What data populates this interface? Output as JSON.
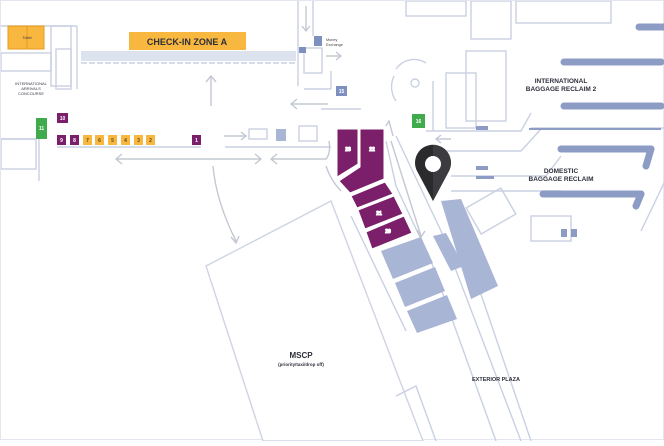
{
  "map": {
    "colors": {
      "purple": "#7b1f6b",
      "orange": "#f8b73e",
      "green": "#3fab4c",
      "slate": "#8d9cc4",
      "pin": "#2b2b2e"
    },
    "labels": {
      "checkin": "CHECK-IN ZONE A",
      "toilet": "Toilet",
      "money_exchange_1": "Money",
      "money_exchange_2": "Exchange",
      "arrivals_1": "INTERNATIONAL",
      "arrivals_2": "ARRIVALS",
      "arrivals_3": "CONCOURSE",
      "intl_reclaim_1": "INTERNATIONAL",
      "intl_reclaim_2": "BAGGAGE RECLAIM 2",
      "dom_reclaim_1": "DOMESTIC",
      "dom_reclaim_2": "BAGGAGE RECLAIM",
      "mscp": "MSCP",
      "mscp_sub": "(priority/taxi/drop off)",
      "plaza": "EXTERIOR PLAZA"
    },
    "booths": {
      "b1": "1",
      "b2": "2",
      "b3": "3",
      "b4": "4",
      "b5": "5",
      "b6": "6",
      "b7": "7",
      "b8": "8",
      "b9": "9",
      "b10": "10",
      "b11": "11",
      "b15": "15",
      "b16": "16",
      "b20": "20",
      "b21": "21",
      "b22": "22",
      "b23": "23"
    },
    "pin_icon": "location-pin-icon"
  }
}
